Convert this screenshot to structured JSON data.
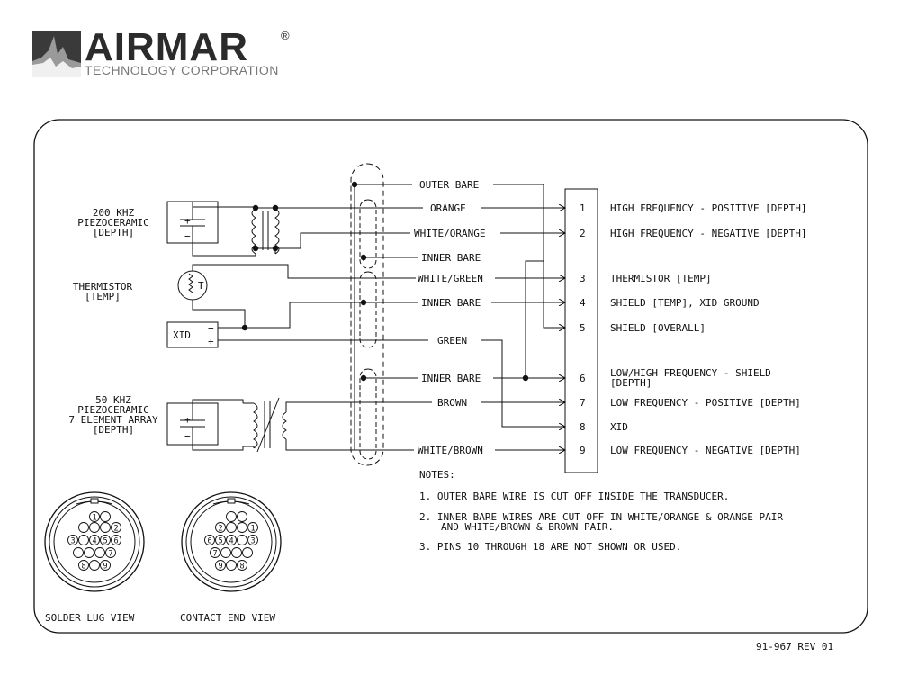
{
  "header": {
    "brand": "AIRMAR",
    "registered_mark": "®",
    "subtitle": "TECHNOLOGY CORPORATION"
  },
  "components": {
    "khz200": [
      "200 KHZ",
      "PIEZOCERAMIC",
      "[DEPTH]"
    ],
    "thermistor": [
      "THERMISTOR",
      "[TEMP]"
    ],
    "thermistor_symbol": "T",
    "xid": "XID",
    "khz50": [
      "50 KHZ",
      "PIEZOCERAMIC",
      "7 ELEMENT ARRAY",
      "[DEPTH]"
    ]
  },
  "wires": {
    "outer_bare": "OUTER BARE",
    "orange": "ORANGE",
    "white_orange": "WHITE/ORANGE",
    "inner_bare_1": "INNER BARE",
    "white_green": "WHITE/GREEN",
    "inner_bare_2": "INNER BARE",
    "green": "GREEN",
    "inner_bare_3": "INNER BARE",
    "brown": "BROWN",
    "white_brown": "WHITE/BROWN"
  },
  "pins": [
    {
      "num": "1",
      "label": "HIGH FREQUENCY - POSITIVE [DEPTH]"
    },
    {
      "num": "2",
      "label": "HIGH FREQUENCY - NEGATIVE [DEPTH]"
    },
    {
      "num": "3",
      "label": "THERMISTOR [TEMP]"
    },
    {
      "num": "4",
      "label": "SHIELD [TEMP], XID GROUND"
    },
    {
      "num": "5",
      "label": "SHIELD [OVERALL]"
    },
    {
      "num": "6",
      "label": "LOW/HIGH FREQUENCY - SHIELD",
      "label2": "[DEPTH]"
    },
    {
      "num": "7",
      "label": "LOW FREQUENCY - POSITIVE [DEPTH]"
    },
    {
      "num": "8",
      "label": "XID"
    },
    {
      "num": "9",
      "label": "LOW FREQUENCY - NEGATIVE [DEPTH]"
    }
  ],
  "notes": {
    "title": "NOTES:",
    "items": [
      "1. OUTER BARE WIRE IS CUT OFF INSIDE THE TRANSDUCER.",
      "2. INNER BARE WIRES ARE CUT OFF IN WHITE/ORANGE & ORANGE PAIR",
      "AND WHITE/BROWN & BROWN PAIR.",
      "3. PINS 10 THROUGH 18 ARE NOT SHOWN OR USED."
    ]
  },
  "connector_views": {
    "solder_label": "SOLDER LUG VIEW",
    "contact_label": "CONTACT END VIEW",
    "solder_pins": [
      "1",
      "2",
      "3",
      "4",
      "5",
      "6",
      "7",
      "8",
      "9"
    ],
    "contact_pins": [
      "1",
      "2",
      "3",
      "4",
      "5",
      "6",
      "7",
      "8",
      "9"
    ]
  },
  "footer": {
    "revision": "91-967 REV 01"
  }
}
